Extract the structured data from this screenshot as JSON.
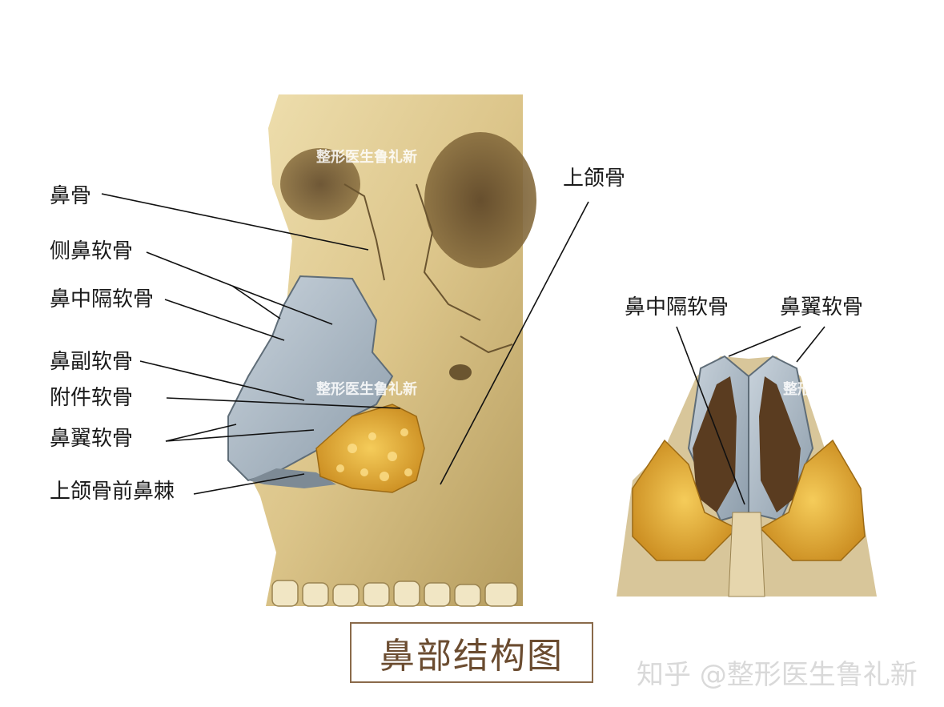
{
  "labels_left": {
    "nasal_bone": "鼻骨",
    "lateral_nasal_cartilage": "侧鼻软骨",
    "septal_cartilage": "鼻中隔软骨",
    "accessory_cartilage": "鼻副软骨",
    "appendage_cartilage": "附件软骨",
    "alar_cartilage": "鼻翼软骨",
    "anterior_nasal_spine": "上颌骨前鼻棘"
  },
  "label_maxilla": "上颌骨",
  "labels_right": {
    "septal_cartilage": "鼻中隔软骨",
    "alar_cartilage": "鼻翼软骨"
  },
  "watermark": "整形医生鲁礼新",
  "watermark_partial": "整形",
  "title": "鼻部结构图",
  "footer_watermark": "知乎 @整形医生鲁礼新",
  "colors": {
    "bone": "#e2cf98",
    "bone_shadow": "#b39a5c",
    "cartilage": "#aab8c4",
    "fat": "#e8b53a",
    "cavity": "#6b4a2a"
  }
}
